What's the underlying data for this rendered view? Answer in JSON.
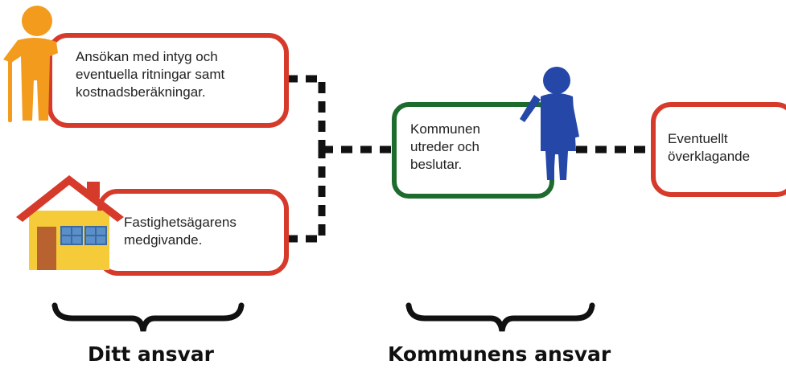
{
  "nodes": {
    "application": {
      "text": "Ansökan med intyg och\neventuella ritningar samt\nkostnadsberäkningar."
    },
    "owner_consent": {
      "text": "Fastighetsägarens\nmedgivande."
    },
    "municipality": {
      "text": "Kommunen\nutreder och\nbeslutar."
    },
    "appeal": {
      "text": "Eventuellt\növerklagande"
    }
  },
  "captions": {
    "your_responsibility": "Ditt ansvar",
    "municipality_responsibility": "Kommunens ansvar"
  },
  "colors": {
    "user_box_border": "#d63a2a",
    "municipality_box_border": "#1e6b2e",
    "connector": "#111111",
    "person_applicant": "#f29b1d",
    "person_official": "#2447a8",
    "house_wall": "#f6cb3a",
    "house_roof": "#d63a2a",
    "house_window": "#5b8fc9",
    "house_door": "#b7622f"
  },
  "icons": [
    "elderly-person-icon",
    "house-icon",
    "person-icon"
  ]
}
